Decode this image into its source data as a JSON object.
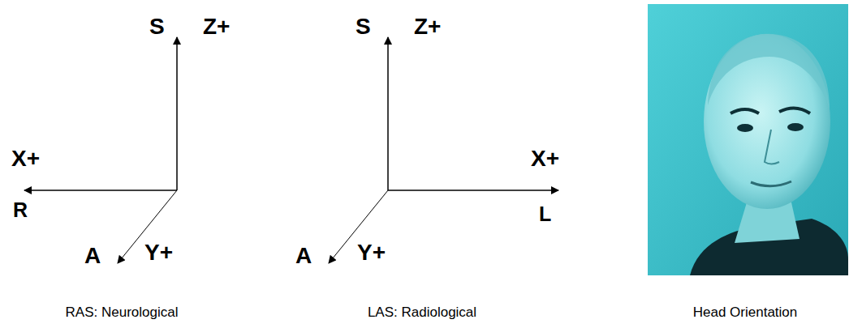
{
  "diagram": {
    "labels": [
      "S",
      "Z+",
      "X+",
      "R",
      "A",
      "Y+",
      "RAS: Neurological",
      "S",
      "Z+",
      "X+",
      "L",
      "A",
      "Y+",
      "LAS: Radiological",
      "Head Orientation"
    ]
  }
}
